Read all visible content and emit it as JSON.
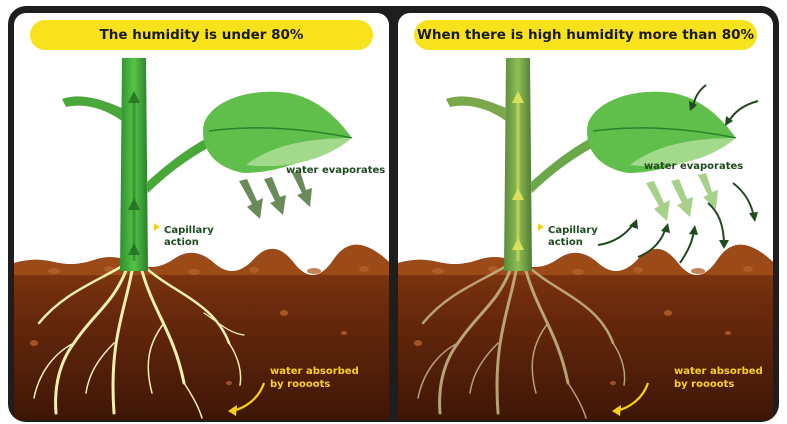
{
  "panels": [
    {
      "title": "The humidity is under 80%",
      "labels": {
        "evaporate": "water evaporates",
        "capillary_1": "Capillary",
        "capillary_2": "action",
        "roots_1": "water absorbed",
        "roots_2": "by roooots"
      }
    },
    {
      "title": "When there is high humidity more than 80%",
      "labels": {
        "evaporate": "water evaporates",
        "capillary_1": "Capillary",
        "capillary_2": "action",
        "roots_1": "water absorbed",
        "roots_2": "by roooots"
      }
    }
  ],
  "colors": {
    "title_bg": "#f7e21b",
    "stem": "#3aa83a",
    "leaf": "#5fbf4a",
    "soil_top": "#8a3e12",
    "soil_deep": "#4a1c08",
    "roots": "#f2efb0",
    "label_green": "#1f4a1f",
    "label_yellow": "#f7d21b"
  }
}
